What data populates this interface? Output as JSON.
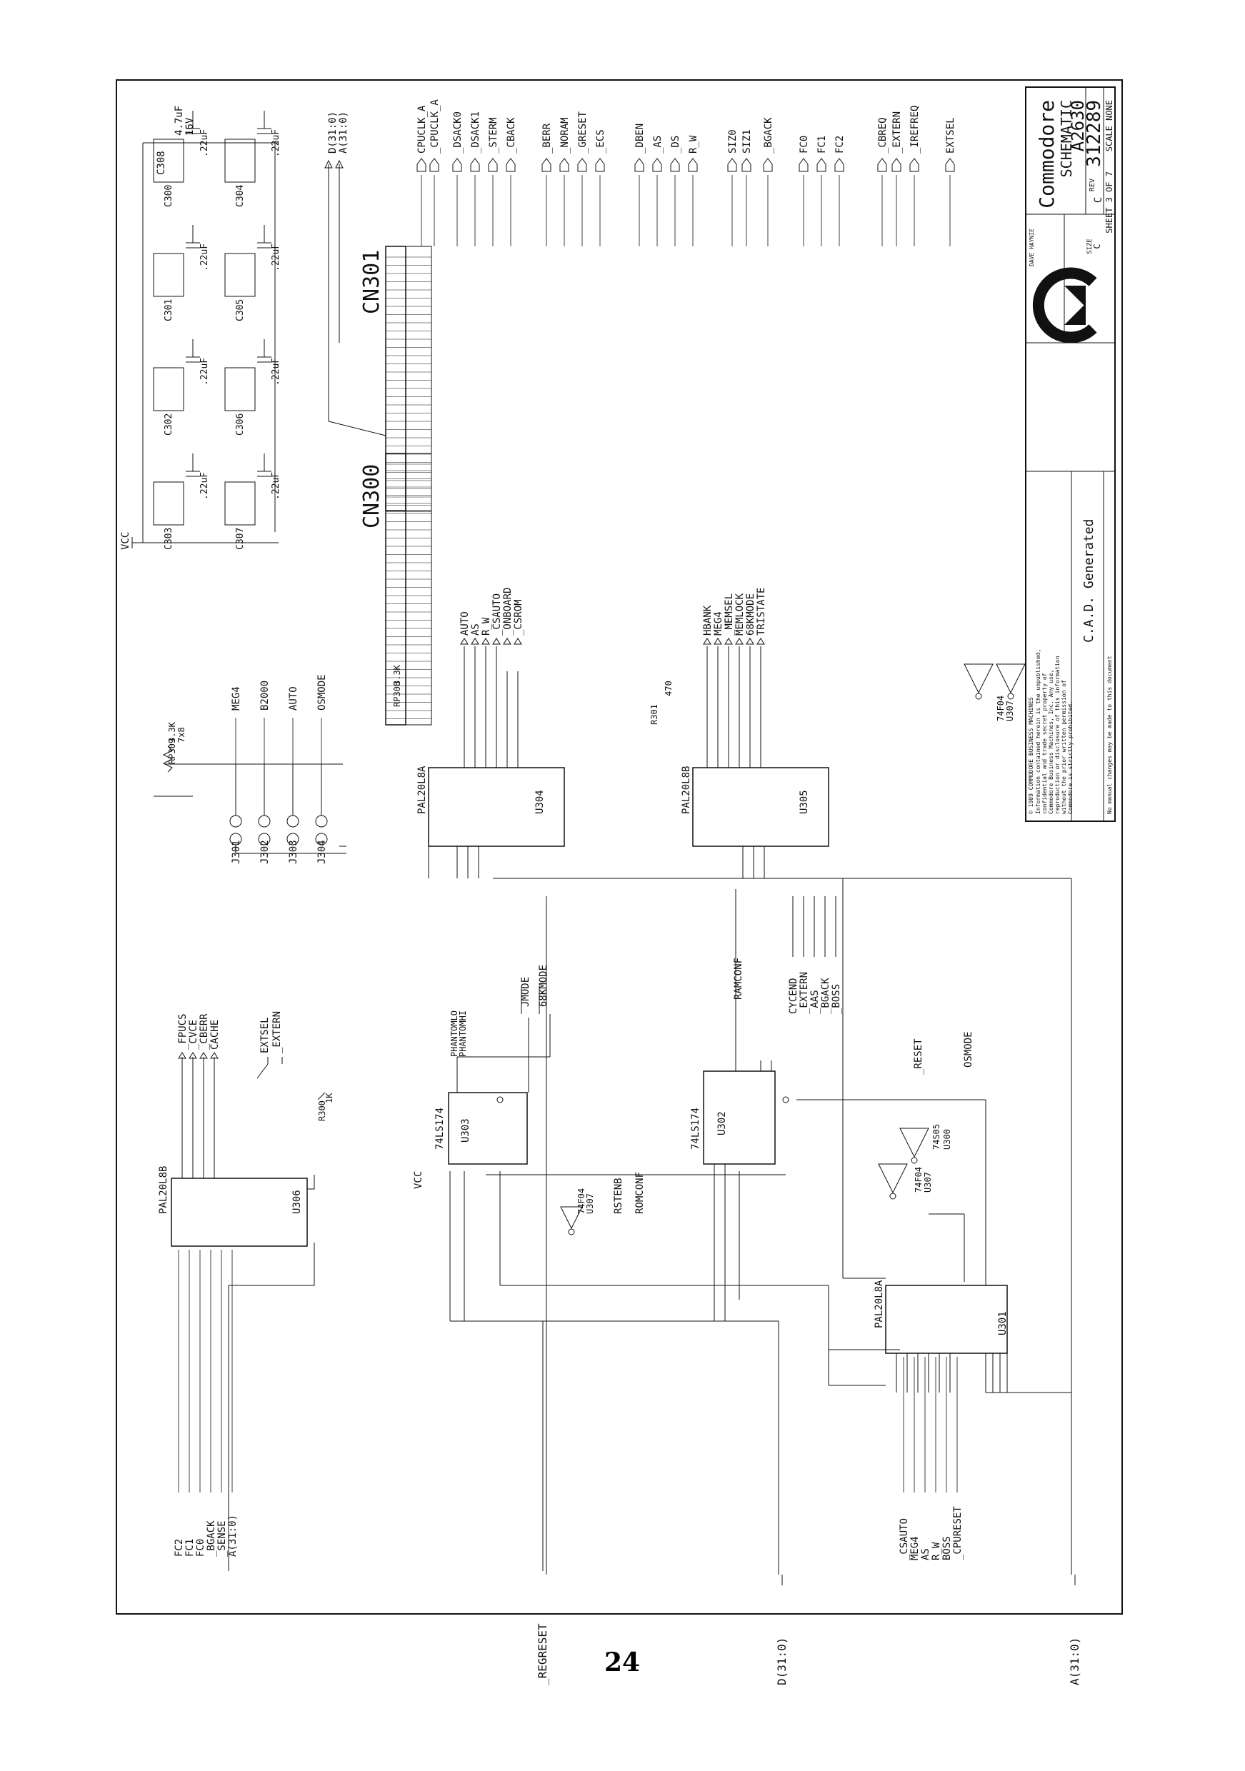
{
  "page_number": "24",
  "title_block": {
    "company": "Commodore",
    "doc_type": "SCHEMATIC",
    "board": "A2630",
    "part_number": "312289",
    "rev_label": "REV",
    "rev": "C",
    "size_label": "SIZE",
    "size": "C",
    "scale": "SCALE NONE",
    "sheet": "SHEET 3 OF 7",
    "drawn_by": "DAVE HAYNIE",
    "copyright": [
      "© 1989 COMMODORE BUSINESS MACHINES",
      "Information contained herein is the unpublished,",
      "confidential and trade secret property of",
      "Commodore Business Machines, Inc. Any use,",
      "reproduction or disclosure of this information",
      "without the prior written permission of",
      "Commodore is strictly prohibited."
    ],
    "cad_note": "C.A.D. Generated",
    "manual_note": "No manual changes may be made to this document"
  },
  "connectors": {
    "cn300": "CN300",
    "cn301": "CN301",
    "d_bus": "D(31:0)",
    "a_bus": "A(31:0)",
    "cn301_signals": [
      "CPUCLK_A",
      "_CPUCLK_A",
      "_DSACK0",
      "_DSACK1",
      "_STERM",
      "_CBACK",
      "_BERR",
      "_NORAM",
      "_GRESET",
      "_ECS",
      "_DBEN",
      "_AS",
      "_DS",
      "R_W",
      "SIZ0",
      "SIZ1",
      "_BGACK",
      "FC0",
      "FC1",
      "FC2",
      "_CBREQ",
      "_EXTERN",
      "_IREFREQ",
      "EXTSEL"
    ]
  },
  "decoupling": {
    "caps_top": [
      "C300",
      "C301",
      "C302",
      "C303"
    ],
    "caps_bottom": [
      "C304",
      "C305",
      "C306",
      "C307"
    ],
    "bulk_cap": "C308",
    "bulk_value": "4.7uF",
    "bulk_voltage": "16V",
    "value": ".22uF",
    "vcc": "VCC"
  },
  "jumpers": {
    "rp_label": "RP309",
    "rp_value": "3.3K",
    "rp_pack": "7x8",
    "items": [
      "J301",
      "J302",
      "J303",
      "J304"
    ],
    "outputs": [
      "MEG4",
      "B2000",
      "AUTO",
      "OSMODE"
    ]
  },
  "u304": {
    "part": "PAL20L8A",
    "ref": "U304",
    "rp": "RP308",
    "rp_value": "3.3K",
    "outputs": [
      "AUTO",
      "AS",
      "R_W",
      "_CSAUTO",
      "_ONBOARD",
      "_CSROM"
    ]
  },
  "u305": {
    "part": "PAL20L8B",
    "ref": "U305",
    "res": "R301",
    "res_value": "470",
    "outputs": [
      "HBANK",
      "MEG4",
      "_MEMSEL",
      "MEMLOCK",
      "68KMODE",
      "TRISTATE"
    ]
  },
  "u307": {
    "part": "74F04",
    "ref": "U307"
  },
  "u306": {
    "part": "PAL20L8B",
    "ref": "U306",
    "inputs": [
      "FC2",
      "FC1",
      "FC0",
      "_BGACK",
      "_SENSE",
      "A(31:0)"
    ],
    "outputs": [
      "_FPUCS",
      "_CVCE",
      "_CBERR",
      "CACHE"
    ],
    "extsel": "EXTSEL",
    "extern": "_EXTERN",
    "res": "R300",
    "res_value": "1K"
  },
  "u303": {
    "part": "74LS174",
    "ref": "U303",
    "phantom_lo": "PHANTOMLO",
    "phantom_hi": "PHANTOMHI",
    "jmode": "JMODE",
    "mode68k": "68KMODE",
    "vcc": "VCC"
  },
  "u302": {
    "part": "74LS174",
    "ref": "U302",
    "rstenb": "RSTENB",
    "romconf": "ROMCONF",
    "ramconf": "RAMCONF"
  },
  "u300": {
    "part": "74S05",
    "ref": "U300",
    "reset": "_RESET",
    "osmode": "OSMODE"
  },
  "u301": {
    "part": "PAL20L8A",
    "ref": "U301",
    "inputs": [
      "_CSAUTO",
      "MEG4",
      "AS",
      "R_W",
      "BOSS",
      "_CPURESET"
    ]
  },
  "cyc_signals": [
    "CYCEND",
    "_EXTERN",
    "_AAS",
    "_BGACK",
    "_BOSS"
  ],
  "left_labels": {
    "regreset": "_REGRESET",
    "d_bus": "D(31:0)",
    "a_bus": "A(31:0)"
  }
}
